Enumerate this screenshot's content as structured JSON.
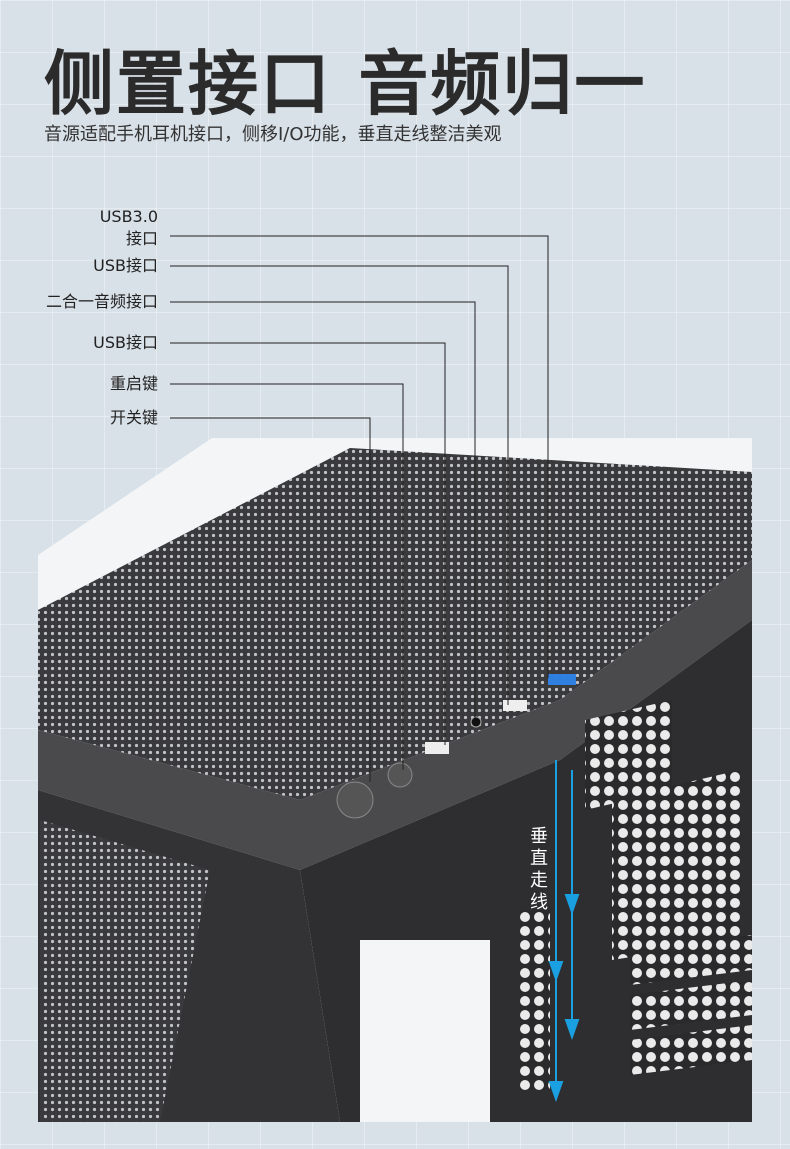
{
  "header": {
    "title": "侧置接口 音频归一",
    "subtitle": "音源适配手机耳机接口，侧移I/O功能，垂直走线整洁美观"
  },
  "callouts": [
    {
      "label_line1": "USB3.0",
      "label_line2": "接口"
    },
    {
      "label": "USB接口"
    },
    {
      "label": "二合一音频接口"
    },
    {
      "label": "USB接口"
    },
    {
      "label": "重启键"
    },
    {
      "label": "开关键"
    }
  ],
  "annotation": {
    "vertical_text": "垂直走线",
    "accent": "#1aa0e0"
  }
}
